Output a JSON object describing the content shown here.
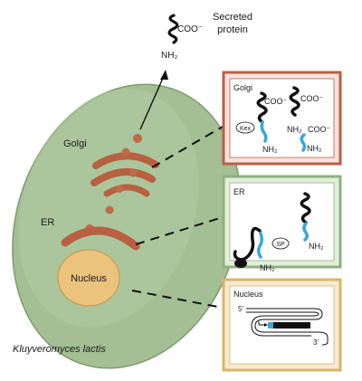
{
  "secreted": {
    "line1": "Secreted",
    "line2": "protein",
    "cooh": "COO⁻",
    "nh2": "NH₂"
  },
  "cell": {
    "golgi_label": "Golgi",
    "er_label": "ER",
    "nucleus_label": "Nucleus",
    "species": "Kluyveromyces lactis",
    "colors": {
      "cell": "#9ebc8f",
      "organelle": "#c06a4a",
      "nucleus": "#e9c07a"
    }
  },
  "golgi_box": {
    "title": "Golgi",
    "kex": "Kex",
    "cooh": "COO⁻",
    "nh2": "NH₂",
    "colors": {
      "border": "#b5614a",
      "fill": "#f7e2db"
    }
  },
  "er_box": {
    "title": "ER",
    "sp": "SP",
    "nh2": "NH₂",
    "colors": {
      "border": "#8fb07f",
      "fill": "#e3eedc"
    }
  },
  "nucleus_box": {
    "title": "Nucleus",
    "five_prime": "5'",
    "three_prime": "3'",
    "colors": {
      "border": "#d9b56a",
      "fill": "#f6ead0",
      "signal": "#3aa7d9"
    }
  }
}
